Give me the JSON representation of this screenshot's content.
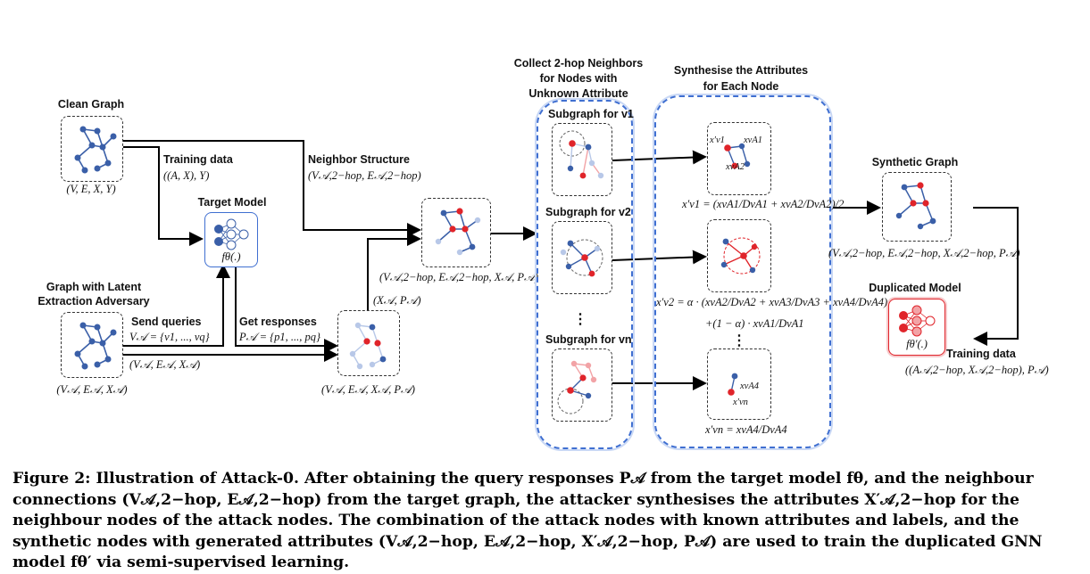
{
  "labels": {
    "clean_graph": "Clean Graph",
    "clean_graph_math": "(V, E, X, Y)",
    "training_data": "Training data",
    "training_data_math": "((A, X), Y)",
    "target_model": "Target Model",
    "target_model_fn": "fθ(.)",
    "neighbor_structure": "Neighbor Structure",
    "neighbor_structure_math": "(V𝒜,2−hop, E𝒜,2−hop)",
    "latent_graph_1": "Graph with Latent",
    "latent_graph_2": "Extraction Adversary",
    "latent_graph_math": "(V𝒜, E𝒜, X𝒜)",
    "send_queries": "Send queries",
    "send_queries_math": "V𝒜 = {v1, ..., vq}",
    "get_responses": "Get responses",
    "get_responses_math": "P𝒜 = {p1, ..., pq}",
    "arrow_vex": "(V𝒜, E𝒜, X𝒜)",
    "query_graph_math": "(V𝒜, E𝒜, X𝒜, P𝒜)",
    "xp_label": "(X𝒜, P𝒜)",
    "merged_graph_math": "(V𝒜,2−hop, E𝒜,2−hop, X𝒜, P𝒜)",
    "collect_title_1": "Collect 2-hop Neighbors",
    "collect_title_2": "for Nodes with",
    "collect_title_3": "Unknown Attribute",
    "subgraph_v1": "Subgraph for v1",
    "subgraph_v2": "Subgraph for v2",
    "subgraph_vn": "Subgraph for vn",
    "dots": "⋮",
    "synth_title_1": "Synthesise the Attributes",
    "synth_title_2": "for Each Node",
    "formula_v1": "x′v1 = (xvA1/DvA1 + xvA2/DvA2)/2",
    "formula_v2_a": "x′v2 = α · (xvA2/DvA2 + xvA3/DvA3 + xvA4/DvA4)/3",
    "formula_v2_b": "+(1 − α) · xvA1/DvA1",
    "formula_vn": "x′vn = xvA4/DvA4",
    "synthetic_graph": "Synthetic Graph",
    "synthetic_graph_math": "(V𝒜,2−hop, E𝒜,2−hop, X𝒜,2−hop, P𝒜)",
    "duplicated_model": "Duplicated Model",
    "duplicated_model_fn": "fθ′(.)",
    "training_data_2": "Training data",
    "training_data_2_math": "((A𝒜,2−hop, X𝒜,2−hop), P𝒜)"
  },
  "caption": "Figure 2: Illustration of Attack-0. After obtaining the query responses P𝒜 from the target model fθ, and the neighbour connections (V𝒜,2−hop, E𝒜,2−hop) from the target graph, the attacker synthesises the attributes X′𝒜,2−hop for the neighbour nodes of the attack nodes. The combination of the attack nodes with known attributes and labels, and the synthetic nodes with generated attributes (V𝒜,2−hop, E𝒜,2−hop, X′𝒜,2−hop, P𝒜) are used to train the duplicated GNN model fθ′ via semi-supervised learning.",
  "colors": {
    "node_blue": "#3a5fa8",
    "node_light": "#b8c8e8",
    "node_red": "#e0242a",
    "node_pink": "#f2a3a6",
    "group_border": "#3f6fd1"
  }
}
